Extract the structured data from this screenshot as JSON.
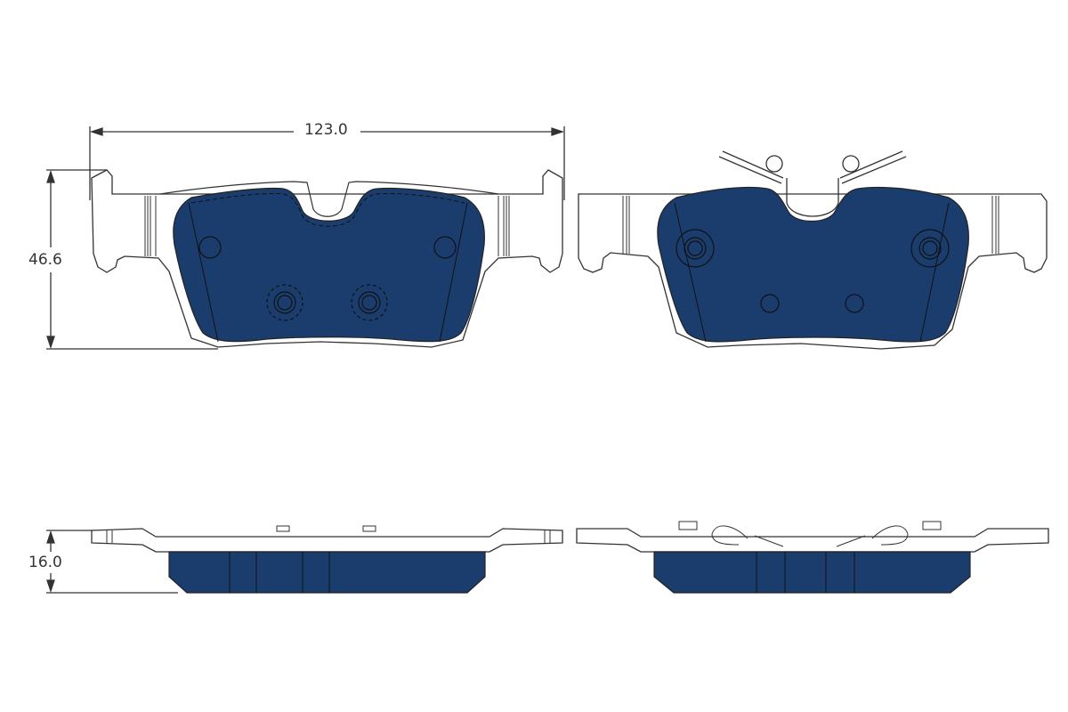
{
  "diagram": {
    "subject": "brake pad set technical drawing",
    "colors": {
      "friction_material": "#1b3d6e",
      "outline": "#333333",
      "background": "#ffffff"
    },
    "dimensions": {
      "width": {
        "label": "123.0"
      },
      "height": {
        "label": "46.6"
      },
      "thickness": {
        "label": "16.0"
      }
    },
    "views": [
      {
        "id": "pad-1-front",
        "description": "pad front view without wear clips"
      },
      {
        "id": "pad-2-front",
        "description": "pad front view with spring clips"
      },
      {
        "id": "pad-1-side",
        "description": "pad 1 side/top view"
      },
      {
        "id": "pad-2-side",
        "description": "pad 2 side/top view with clips"
      }
    ]
  }
}
